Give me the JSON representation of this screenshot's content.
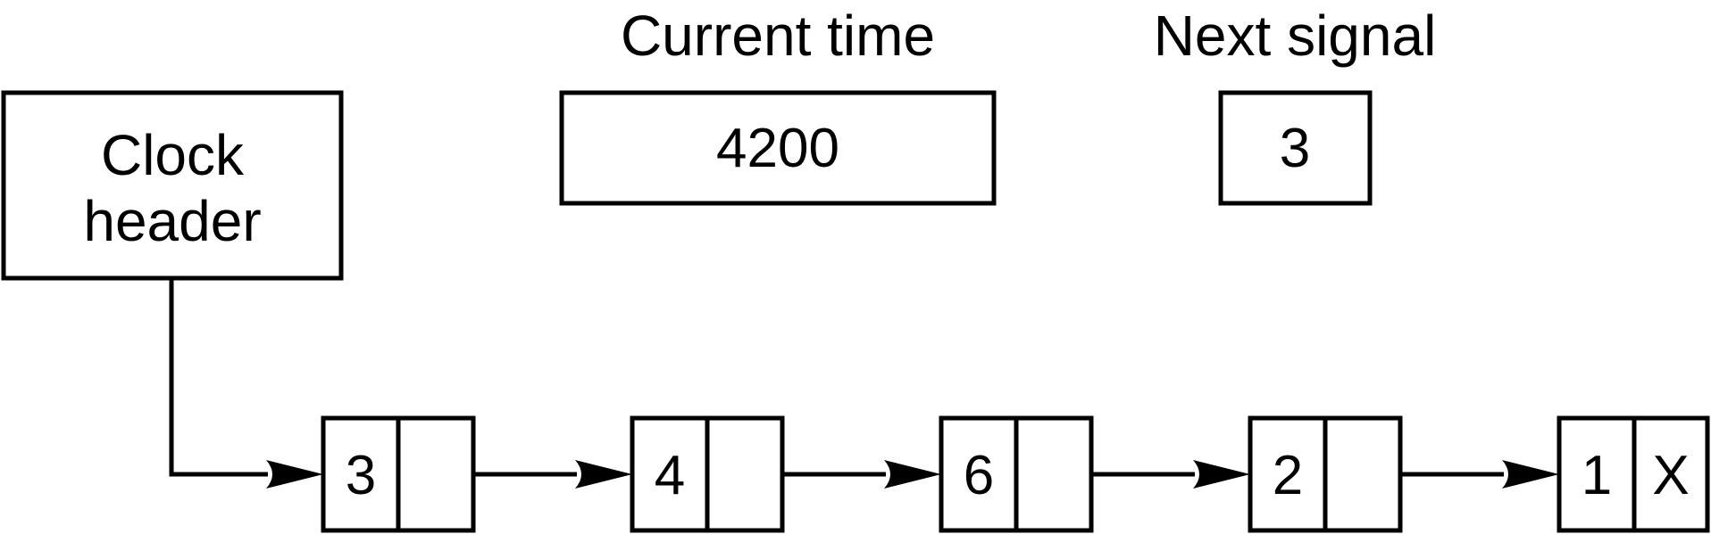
{
  "clock_header": {
    "line1": "Clock",
    "line2": "header"
  },
  "current_time": {
    "label": "Current time",
    "value": "4200"
  },
  "next_signal": {
    "label": "Next signal",
    "value": "3"
  },
  "queue": {
    "nodes": [
      {
        "value": "3",
        "next": ""
      },
      {
        "value": "4",
        "next": ""
      },
      {
        "value": "6",
        "next": ""
      },
      {
        "value": "2",
        "next": ""
      },
      {
        "value": "1",
        "next": "X"
      }
    ]
  },
  "colors": {
    "stroke": "#000000",
    "background": "#ffffff"
  }
}
